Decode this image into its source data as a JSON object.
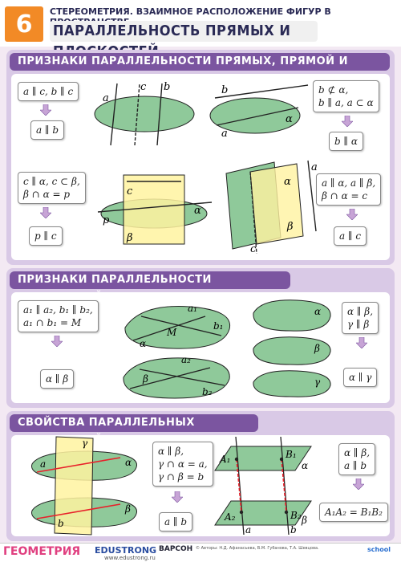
{
  "header": {
    "number": "6",
    "supertitle": "СТЕРЕОМЕТРИЯ. ВЗАИМНОЕ РАСПОЛОЖЕНИЕ ФИГУР В ПРОСТРАНСТВЕ",
    "title": "ПАРАЛЛЕЛЬНОСТЬ ПРЯМЫХ И ПЛОСКОСТЕЙ"
  },
  "sections": [
    {
      "title": "ПРИЗНАКИ ПАРАЛЛЕЛЬНОСТИ ПРЯМЫХ, ПРЯМОЙ И ПЛОСКОСТИ",
      "boxes": {
        "a_prem": "a ∥ c, b ∥ c",
        "a_res": "a ∥ b",
        "b_prem1": "b ⊄ 𝛼,",
        "b_prem2": "b ∥ a, a ⊂ 𝛼",
        "b_res": "b ∥ 𝛼",
        "c_prem1": "c ∥ 𝛼, c ⊂ β,",
        "c_prem2": "β ∩ 𝛼 = p",
        "c_res": "p ∥ c",
        "d_prem1": "a ∥ 𝛼, a ∥ β,",
        "d_prem2": "β ∩ 𝛼 = c",
        "d_res": "a ∥ c"
      },
      "labels": {
        "a": "a",
        "b": "b",
        "c": "c",
        "p": "p",
        "alpha": "𝛼",
        "beta": "β"
      }
    },
    {
      "title": "ПРИЗНАКИ ПАРАЛЛЕЛЬНОСТИ ПЛОСКОСТЕЙ",
      "boxes": {
        "e_prem1": "a₁ ∥ a₂, b₁ ∥ b₂,",
        "e_prem2": "a₁ ∩ b₁ = M",
        "e_res": "𝛼 ∥ β",
        "f_prem1": "𝛼 ∥ β,",
        "f_prem2": "γ ∥ β",
        "f_res": "𝛼 ∥ γ"
      },
      "labels": {
        "a1": "a₁",
        "b1": "b₁",
        "a2": "a₂",
        "b2": "b₂",
        "M": "M",
        "alpha": "𝛼",
        "beta": "β",
        "gamma": "γ"
      }
    },
    {
      "title": "СВОЙСТВА ПАРАЛЛЕЛЬНЫХ ПЛОСКОСТЕЙ",
      "boxes": {
        "g_prem1": "𝛼 ∥ β,",
        "g_prem2": "γ ∩ 𝛼 = a,",
        "g_prem3": "γ ∩ β = b",
        "g_res": "a ∥ b",
        "h_prem1": "𝛼 ∥ β,",
        "h_prem2": "a ∥ b",
        "h_res": "A₁A₂ = B₁B₂"
      },
      "labels": {
        "a": "a",
        "b": "b",
        "alpha": "𝛼",
        "beta": "β",
        "gamma": "γ",
        "A1": "A₁",
        "B1": "B₁",
        "A2": "A₂",
        "B2": "B₂"
      }
    }
  ],
  "footer": {
    "brand": "ГЕОМЕТРИЯ",
    "publisher": "EDUSTRONG",
    "url": "www.edustrong.ru",
    "publisher2": "ВАРСОН",
    "authors": "© Авторы: Н.Д. Афанасьева, В.М. Губанова, Т.А. Шевцова.",
    "logo": "school"
  },
  "colors": {
    "accent": "#f28a26",
    "header_bar": "#7b55a0",
    "plane_green": "#8fc99a",
    "plane_yellow": "#fff3a0",
    "arrow": "#c7a4d6"
  }
}
